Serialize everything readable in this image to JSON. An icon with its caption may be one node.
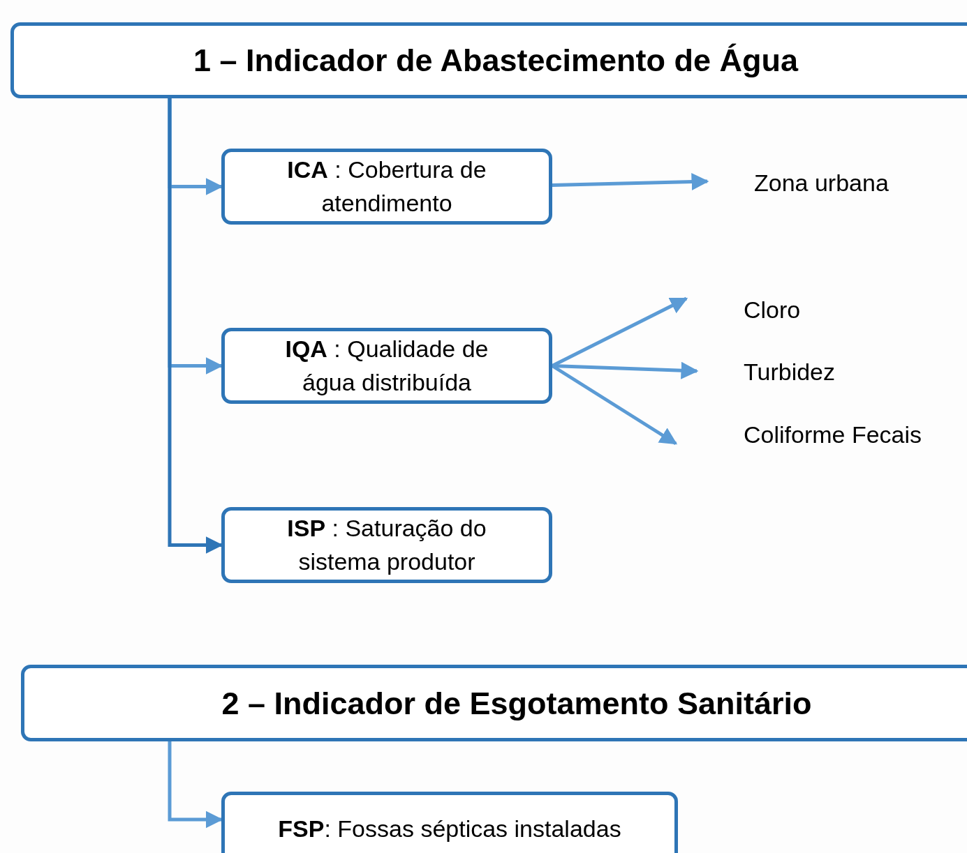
{
  "diagram": {
    "nodes": [
      {
        "text": [
          "1 – Indicador de Abastecimento de Água"
        ]
      },
      {
        "text": [
          "**ICA** : Cobertura de atendimento"
        ]
      },
      {
        "text": [
          "**IQA** : Qualidade de água distribuída"
        ]
      },
      {
        "text": [
          "**ISP** : Saturação do sistema produtor"
        ]
      },
      {
        "text": [
          "Zona urbana"
        ]
      },
      {
        "text": [
          "Cloro"
        ]
      },
      {
        "text": [
          "Turbidez"
        ]
      },
      {
        "text": [
          "Coliforme Fecais"
        ]
      },
      {
        "text": [
          "2 – Indicador de Esgotamento Sanitário"
        ]
      },
      {
        "text": [
          "**FSP**: Fossas sépticas instaladas"
        ]
      }
    ],
    "edges": [
      {
        "from": 0,
        "to": 1,
        "arrow": "to"
      },
      {
        "from": 0,
        "to": 2,
        "arrow": "to"
      },
      {
        "from": 0,
        "to": 3,
        "arrow": "to",
        "color": "#2e75b6"
      },
      {
        "from": 1,
        "to": 4,
        "arrow": "to"
      },
      {
        "from": 2,
        "to": 5,
        "arrow": "to"
      },
      {
        "from": 2,
        "to": 6,
        "arrow": "to"
      },
      {
        "from": 2,
        "to": 7,
        "arrow": "to"
      },
      {
        "from": 8,
        "to": 9,
        "arrow": "to"
      }
    ]
  }
}
